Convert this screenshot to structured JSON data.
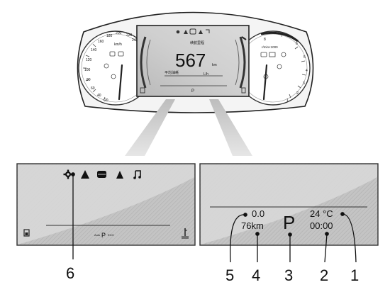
{
  "cluster": {
    "speed_unit": "km/h",
    "speed_ticks": [
      "240",
      "220",
      "200",
      "180",
      "160",
      "140",
      "120",
      "100",
      "80",
      "60",
      "40",
      "20"
    ],
    "tach_ticks": [
      "8",
      "7",
      "6",
      "5",
      "4",
      "3",
      "2",
      "1"
    ],
    "tach_unit": "r/min×1000",
    "center_header": "续航里程",
    "range_value": "567",
    "range_unit": "km",
    "avg_label": "平均油耗",
    "avg_unit": "L/h"
  },
  "left_panel": {
    "gear": "P",
    "sub_left": "Auto",
    "sub_right": "ECO"
  },
  "right_panel": {
    "trip": "0.0",
    "odometer": "76km",
    "gear": "P",
    "temperature": "24 °C",
    "clock": "00:00"
  },
  "callouts": {
    "c1": "1",
    "c2": "2",
    "c3": "3",
    "c4": "4",
    "c5": "5",
    "c6": "6"
  }
}
